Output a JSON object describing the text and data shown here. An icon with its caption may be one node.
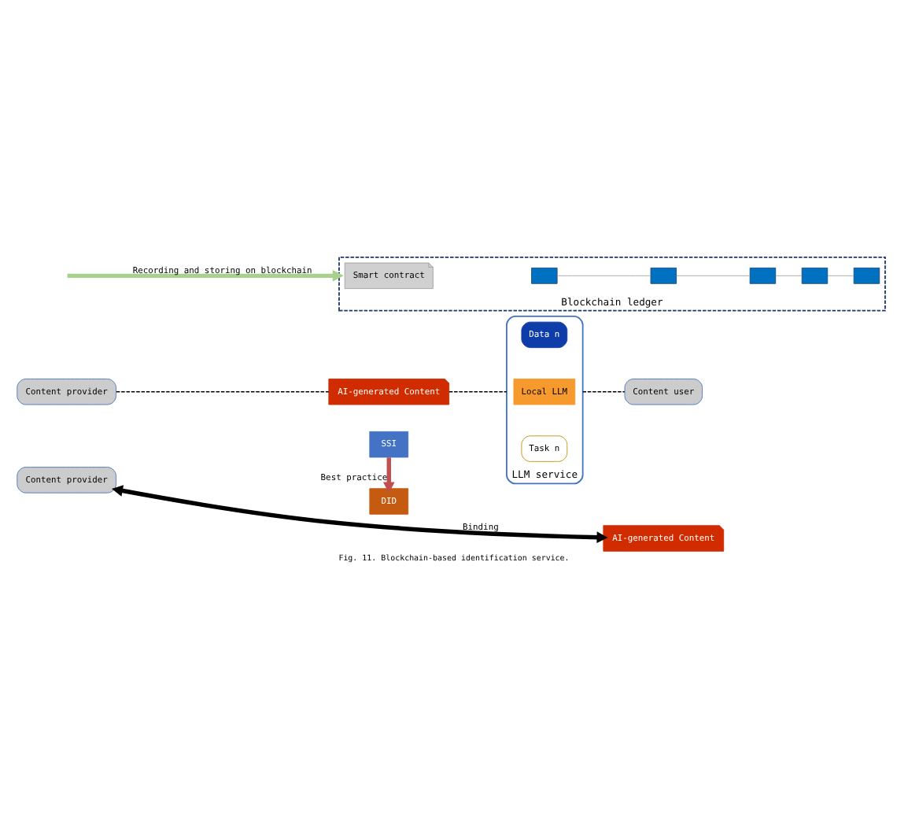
{
  "diagram": {
    "caption": "Fig. 11. Blockchain-based identification service.",
    "nodes": [
      {
        "text": [
          "Content provider"
        ]
      },
      {
        "text": [
          "SSI"
        ]
      },
      {
        "text": [
          "AI-generated Content"
        ]
      },
      {
        "text": [
          "DID"
        ]
      },
      {
        "text": [
          "Content provider"
        ]
      },
      {
        "text": [
          "AI-generated Content"
        ]
      },
      {
        "text": [
          "LLM service"
        ]
      },
      {
        "text": [
          "Task n"
        ],
        "in": 6
      },
      {
        "text": [
          "Local LLM"
        ],
        "in": 6
      },
      {
        "text": [
          "Data n"
        ],
        "in": 6
      },
      {
        "text": [
          "Content user"
        ]
      },
      {
        "text": [
          "Blockchain ledger"
        ]
      },
      {
        "text": [
          "Smart contract"
        ],
        "in": 11
      },
      {
        "text": [],
        "shape": "box",
        "in": 11
      },
      {
        "text": [],
        "shape": "box",
        "in": 11
      },
      {
        "text": [],
        "shape": "box",
        "in": 11
      },
      {
        "text": [],
        "shape": "box",
        "in": 11
      },
      {
        "text": [],
        "shape": "box",
        "in": 11
      }
    ],
    "edges": [
      {
        "from": 0,
        "to": 2,
        "arrow": "both",
        "label": "Binding",
        "style": "thick"
      },
      {
        "from": 1,
        "to": 3,
        "arrow": "to",
        "label": "Best practice",
        "style": "thick",
        "color": "#c0504d"
      },
      {
        "from": 4,
        "to": 5,
        "arrow": "none",
        "style": "dashed"
      },
      {
        "from": 5,
        "to": 6,
        "arrow": "none",
        "style": "dashed"
      },
      {
        "from": 6,
        "to": 10,
        "arrow": "none",
        "style": "dashed"
      },
      {
        "from": null,
        "to": 11,
        "arrow": "to",
        "label": "Recording and storing on blockchain",
        "style": "thick",
        "color": "#a9d18e"
      },
      {
        "from": 13,
        "to": 14,
        "arrow": "none",
        "color": "#a6a6a6"
      },
      {
        "from": 14,
        "to": 15,
        "arrow": "none",
        "color": "#a6a6a6"
      },
      {
        "from": 15,
        "to": 16,
        "arrow": "none",
        "color": "#a6a6a6"
      },
      {
        "from": 16,
        "to": 17,
        "arrow": "none",
        "color": "#a6a6a6"
      }
    ]
  }
}
